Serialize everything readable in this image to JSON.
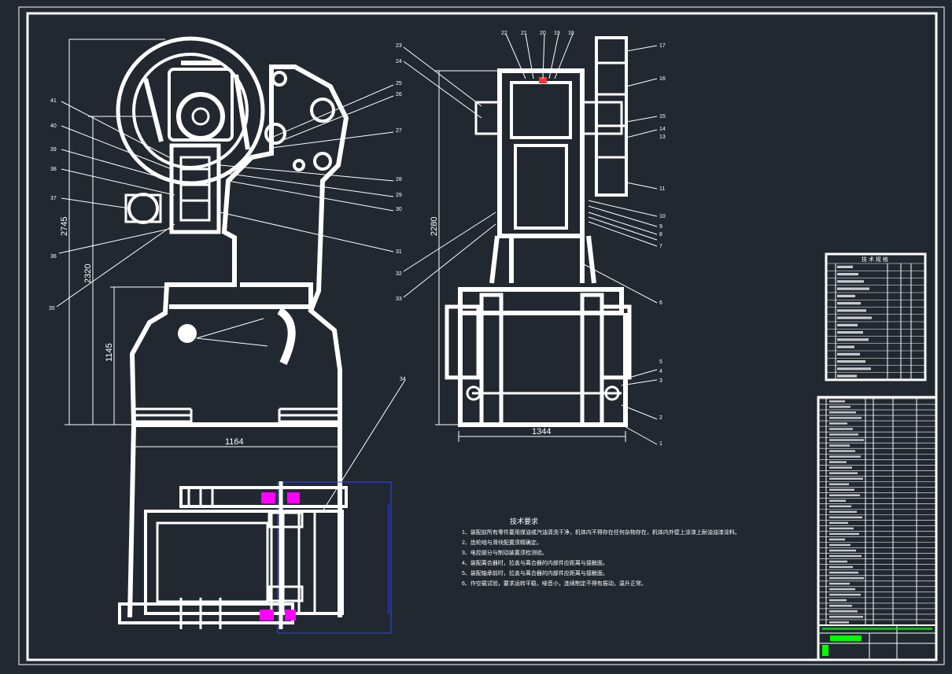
{
  "colors": {
    "background": "#212830",
    "line": "#ffffff",
    "highlight": "#ff00ff",
    "selection": "#0000ff",
    "accent_green": "#00ff00",
    "accent_red": "#ff0000"
  },
  "side_view": {
    "dims": {
      "total_height": "2745",
      "height_2": "2320",
      "height_3": "1145",
      "width": "1164"
    },
    "leaders": [
      "41",
      "40",
      "39",
      "38",
      "37",
      "36",
      "35",
      "25",
      "26",
      "27",
      "28",
      "29",
      "30",
      "31",
      "34"
    ]
  },
  "front_view": {
    "dims": {
      "height": "2280",
      "width": "1344"
    },
    "leaders": [
      "23",
      "24",
      "22",
      "21",
      "20",
      "19",
      "18",
      "17",
      "16",
      "15",
      "14",
      "13",
      "11",
      "10",
      "9",
      "8",
      "7",
      "6",
      "5",
      "4",
      "3",
      "2",
      "1",
      "32",
      "33"
    ]
  },
  "tech_requirements": {
    "title": "技术要求",
    "items": [
      "1、装配前所有零件要用煤油或汽油清洗干净，机体内不得存在任何杂物存在，机体内外壁上涂漆上耐油油漆涂料。",
      "2、齿轮啮与滑块配置须精确定。",
      "3、电控部分与制动装置须检测验。",
      "4、装配离合器时，拉盖与离合器的内部件应距离与接触面。",
      "5、装配轴承前时，拉盖与离合器的内部件应距离与接触面。",
      "6、作空载试验，要求运转平稳，噪音小，连续制定不得有振动，温升正常。"
    ]
  },
  "spec_table": {
    "title": "技 术 规 格",
    "rows": 16
  },
  "parts_list": {
    "rows": 41
  }
}
